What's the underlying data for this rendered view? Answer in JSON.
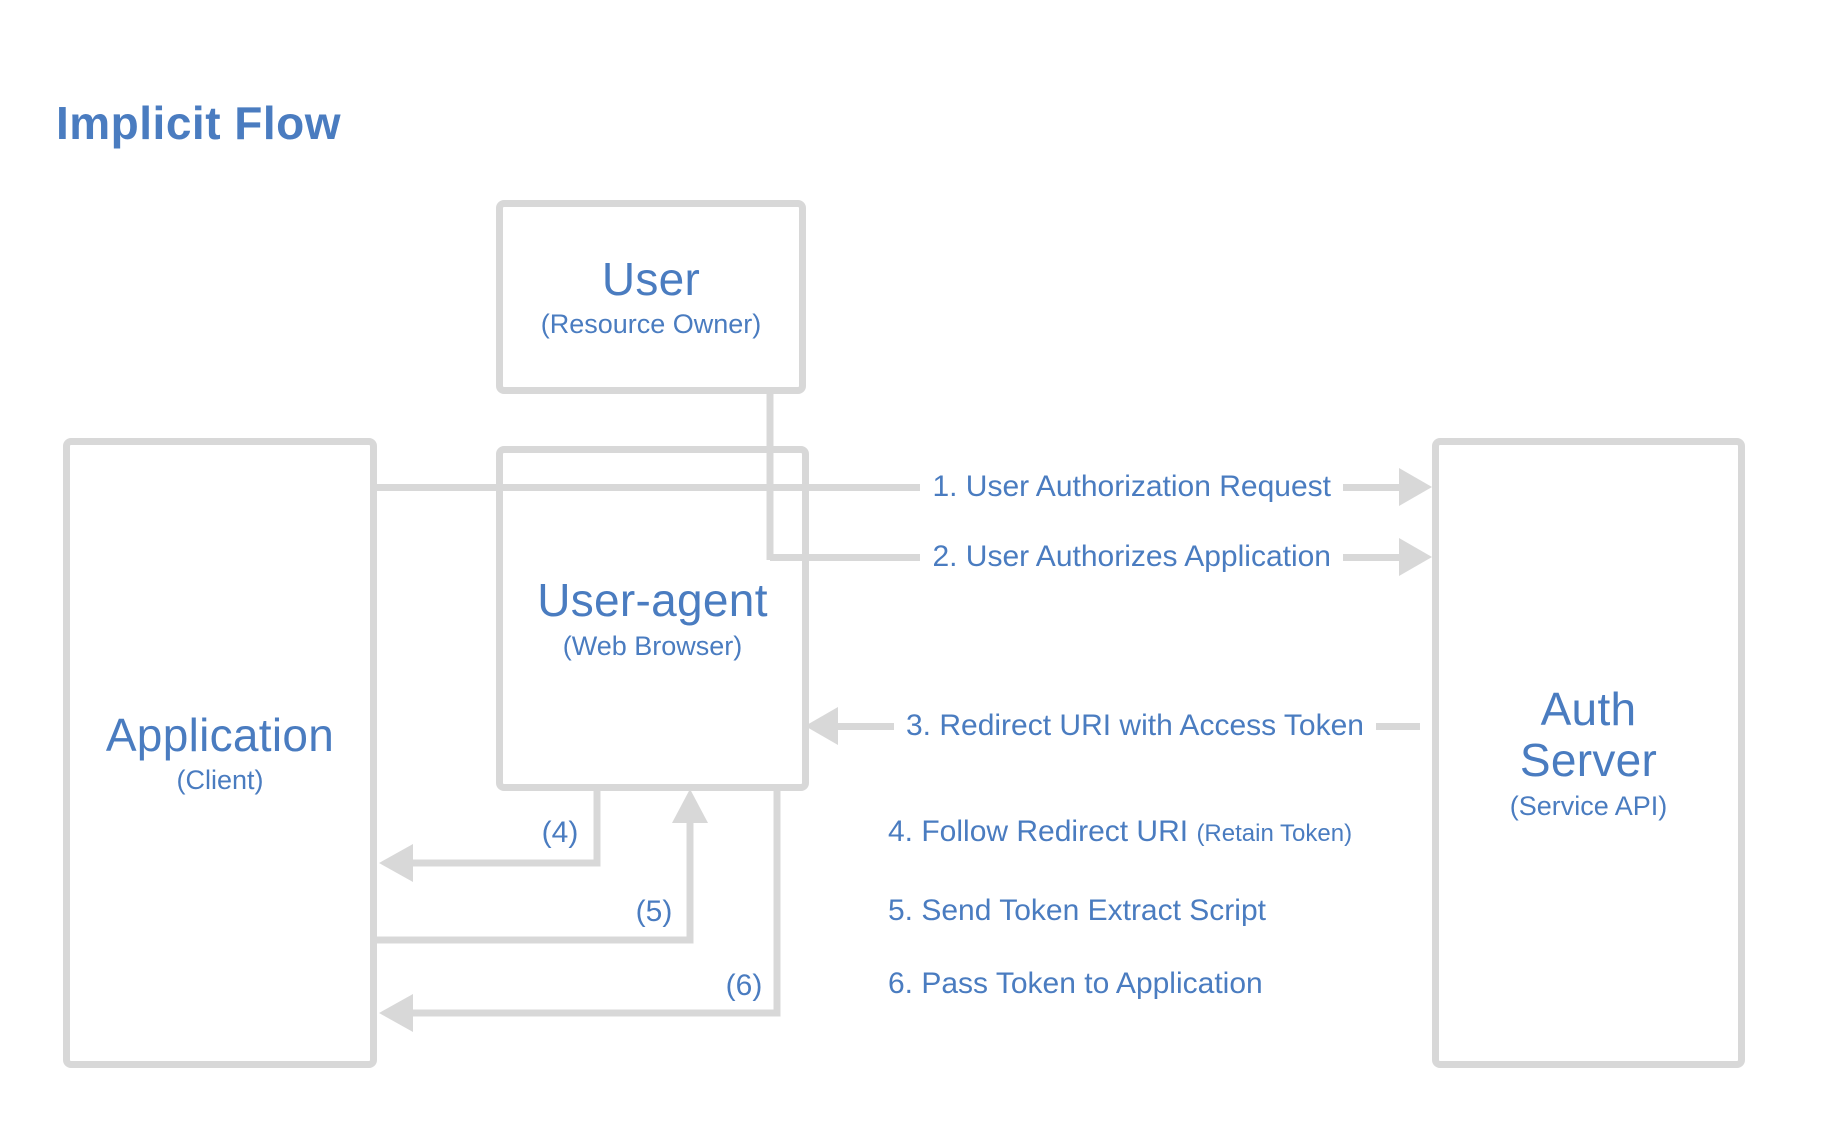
{
  "title": "Implicit Flow",
  "colors": {
    "accent_blue": "#4a7cc0",
    "line_gray": "#d8d8d8",
    "background": "#ffffff"
  },
  "nodes": {
    "user": {
      "label": "User",
      "sublabel": "(Resource Owner)"
    },
    "user_agent": {
      "label": "User-agent",
      "sublabel": "(Web Browser)"
    },
    "application": {
      "label": "Application",
      "sublabel": "(Client)"
    },
    "auth_server": {
      "label_line1": "Auth",
      "label_line2": "Server",
      "sublabel": "(Service API)"
    }
  },
  "steps": {
    "s1": {
      "label": "1. User Authorization Request"
    },
    "s2": {
      "label": "2. User Authorizes Application"
    },
    "s3": {
      "label": "3. Redirect URI with Access Token"
    },
    "s4": {
      "label": "4. Follow Redirect URI",
      "note": "(Retain Token)"
    },
    "s5": {
      "label": "5. Send Token Extract Script"
    },
    "s6": {
      "label": "6. Pass Token to Application"
    }
  },
  "connector_labels": {
    "c4": "(4)",
    "c5": "(5)",
    "c6": "(6)"
  }
}
